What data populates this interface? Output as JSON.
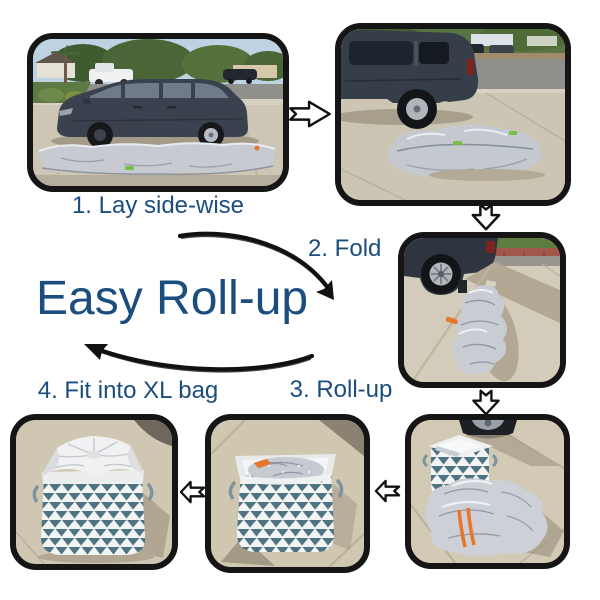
{
  "title": "Easy Roll-up",
  "colors": {
    "accent_blue": "#1b4d7e",
    "strap_orange": "#e8762a",
    "basket_teal": "#4e7383",
    "cover_silver": "#c7cbd1",
    "border_black": "#151515"
  },
  "captions": {
    "step1": "1. Lay side-wise",
    "step2": "2. Fold",
    "step3": "3. Roll-up",
    "step4": "4. Fit into XL bag"
  },
  "photos": {
    "step1": "Silver car cover laid out side-wise next to a parked minivan on the driveway",
    "step1_result": "Car cover folded in half on the driveway behind the minivan",
    "step2_result": "Car cover folded into a long strip beside the rear wheel",
    "step3_result": "Car cover rolled into a bundle next to the empty XL bag",
    "step4_progress": "Rolled car cover placed inside the XL triangle-pattern bag",
    "step4_result": "XL bag closed with the car cover packed inside"
  }
}
